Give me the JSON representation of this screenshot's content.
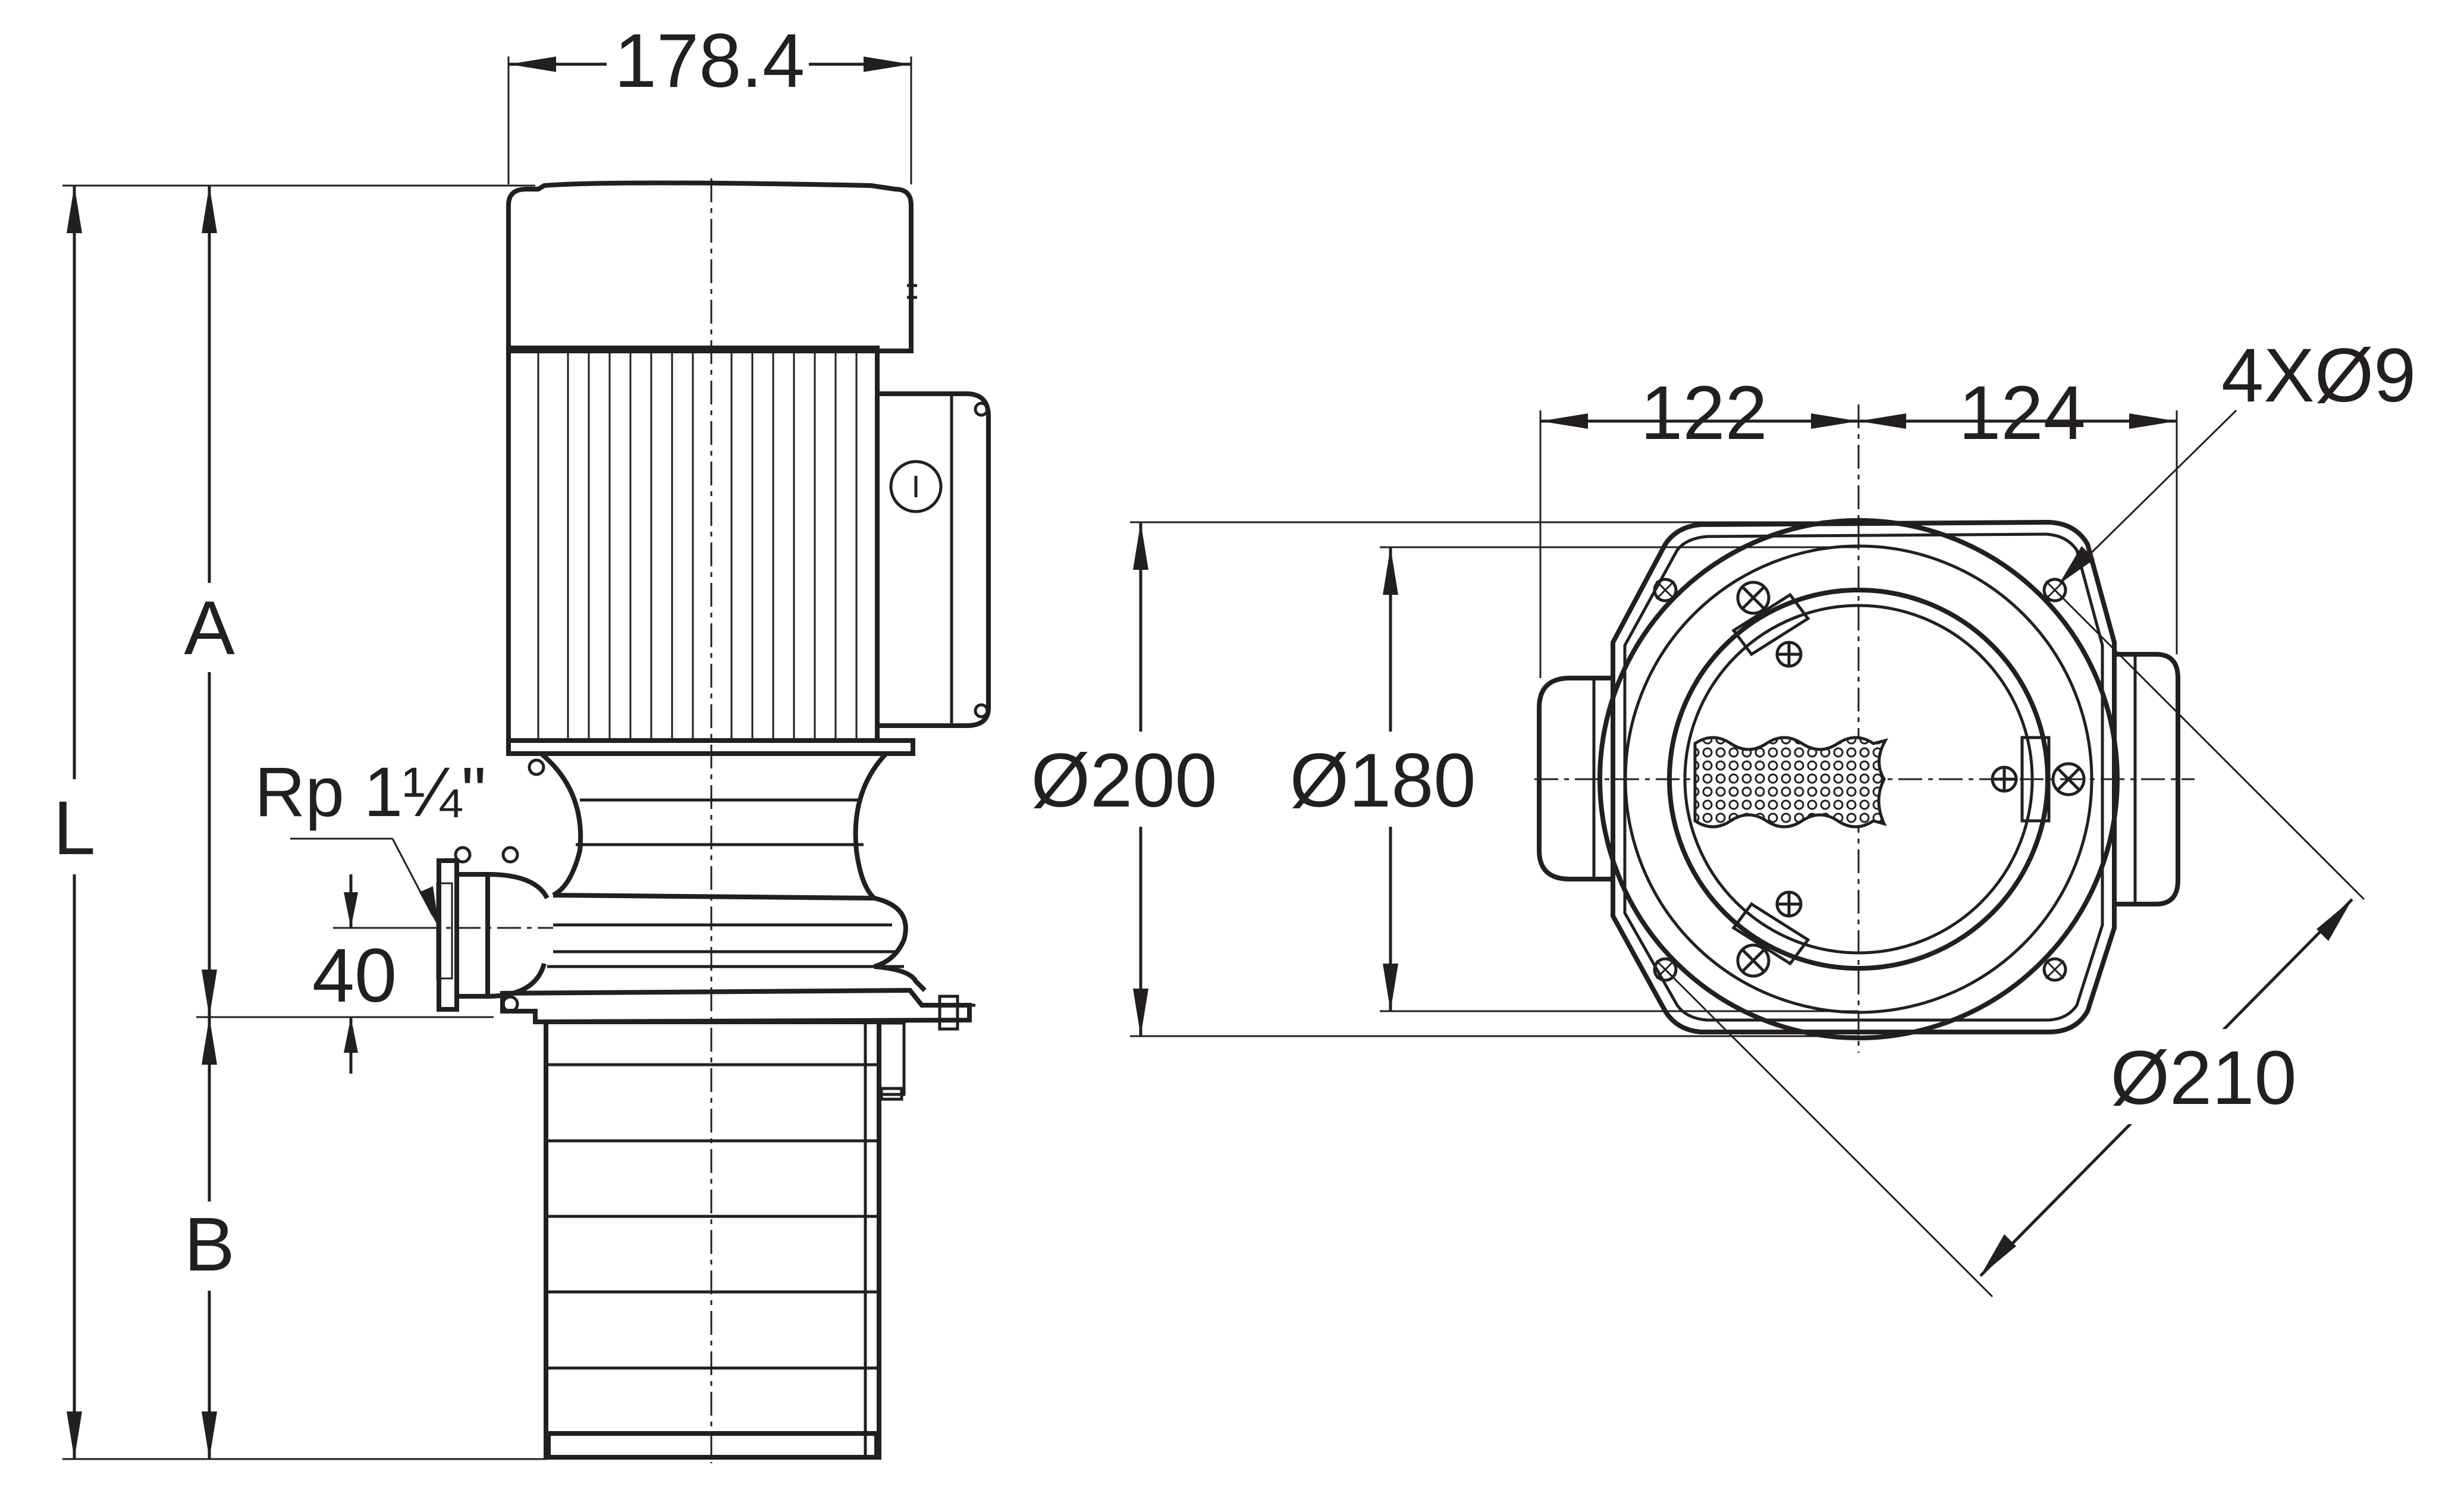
{
  "side_view": {
    "width_dim": "178.4",
    "label_L": "L",
    "label_A": "A",
    "label_B": "B",
    "port_label": "Rp 1¼\"",
    "port_offset_dim": "40",
    "switch_symbol": "I"
  },
  "top_view": {
    "dim_left": "122",
    "dim_right": "124",
    "holes": "4XØ9",
    "dia_outer": "Ø200",
    "dia_inner": "Ø180",
    "dia_bolt": "Ø210"
  },
  "colors": {
    "line": "#231f20",
    "background": "#ffffff"
  }
}
